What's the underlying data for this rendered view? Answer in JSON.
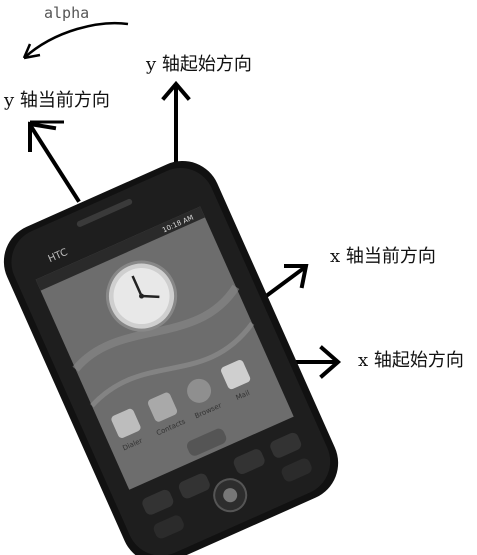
{
  "rotation_label": "alpha",
  "y_axis_initial_label": "y 轴起始方向",
  "y_axis_current_label": "y 轴当前方向",
  "x_axis_current_label": "x 轴当前方向",
  "x_axis_initial_label": "x 轴起始方向",
  "phone": {
    "brand": "HTC",
    "clock_time": "10:18 AM",
    "apps": [
      "Dialer",
      "Contacts",
      "Browser",
      "Mail"
    ]
  }
}
